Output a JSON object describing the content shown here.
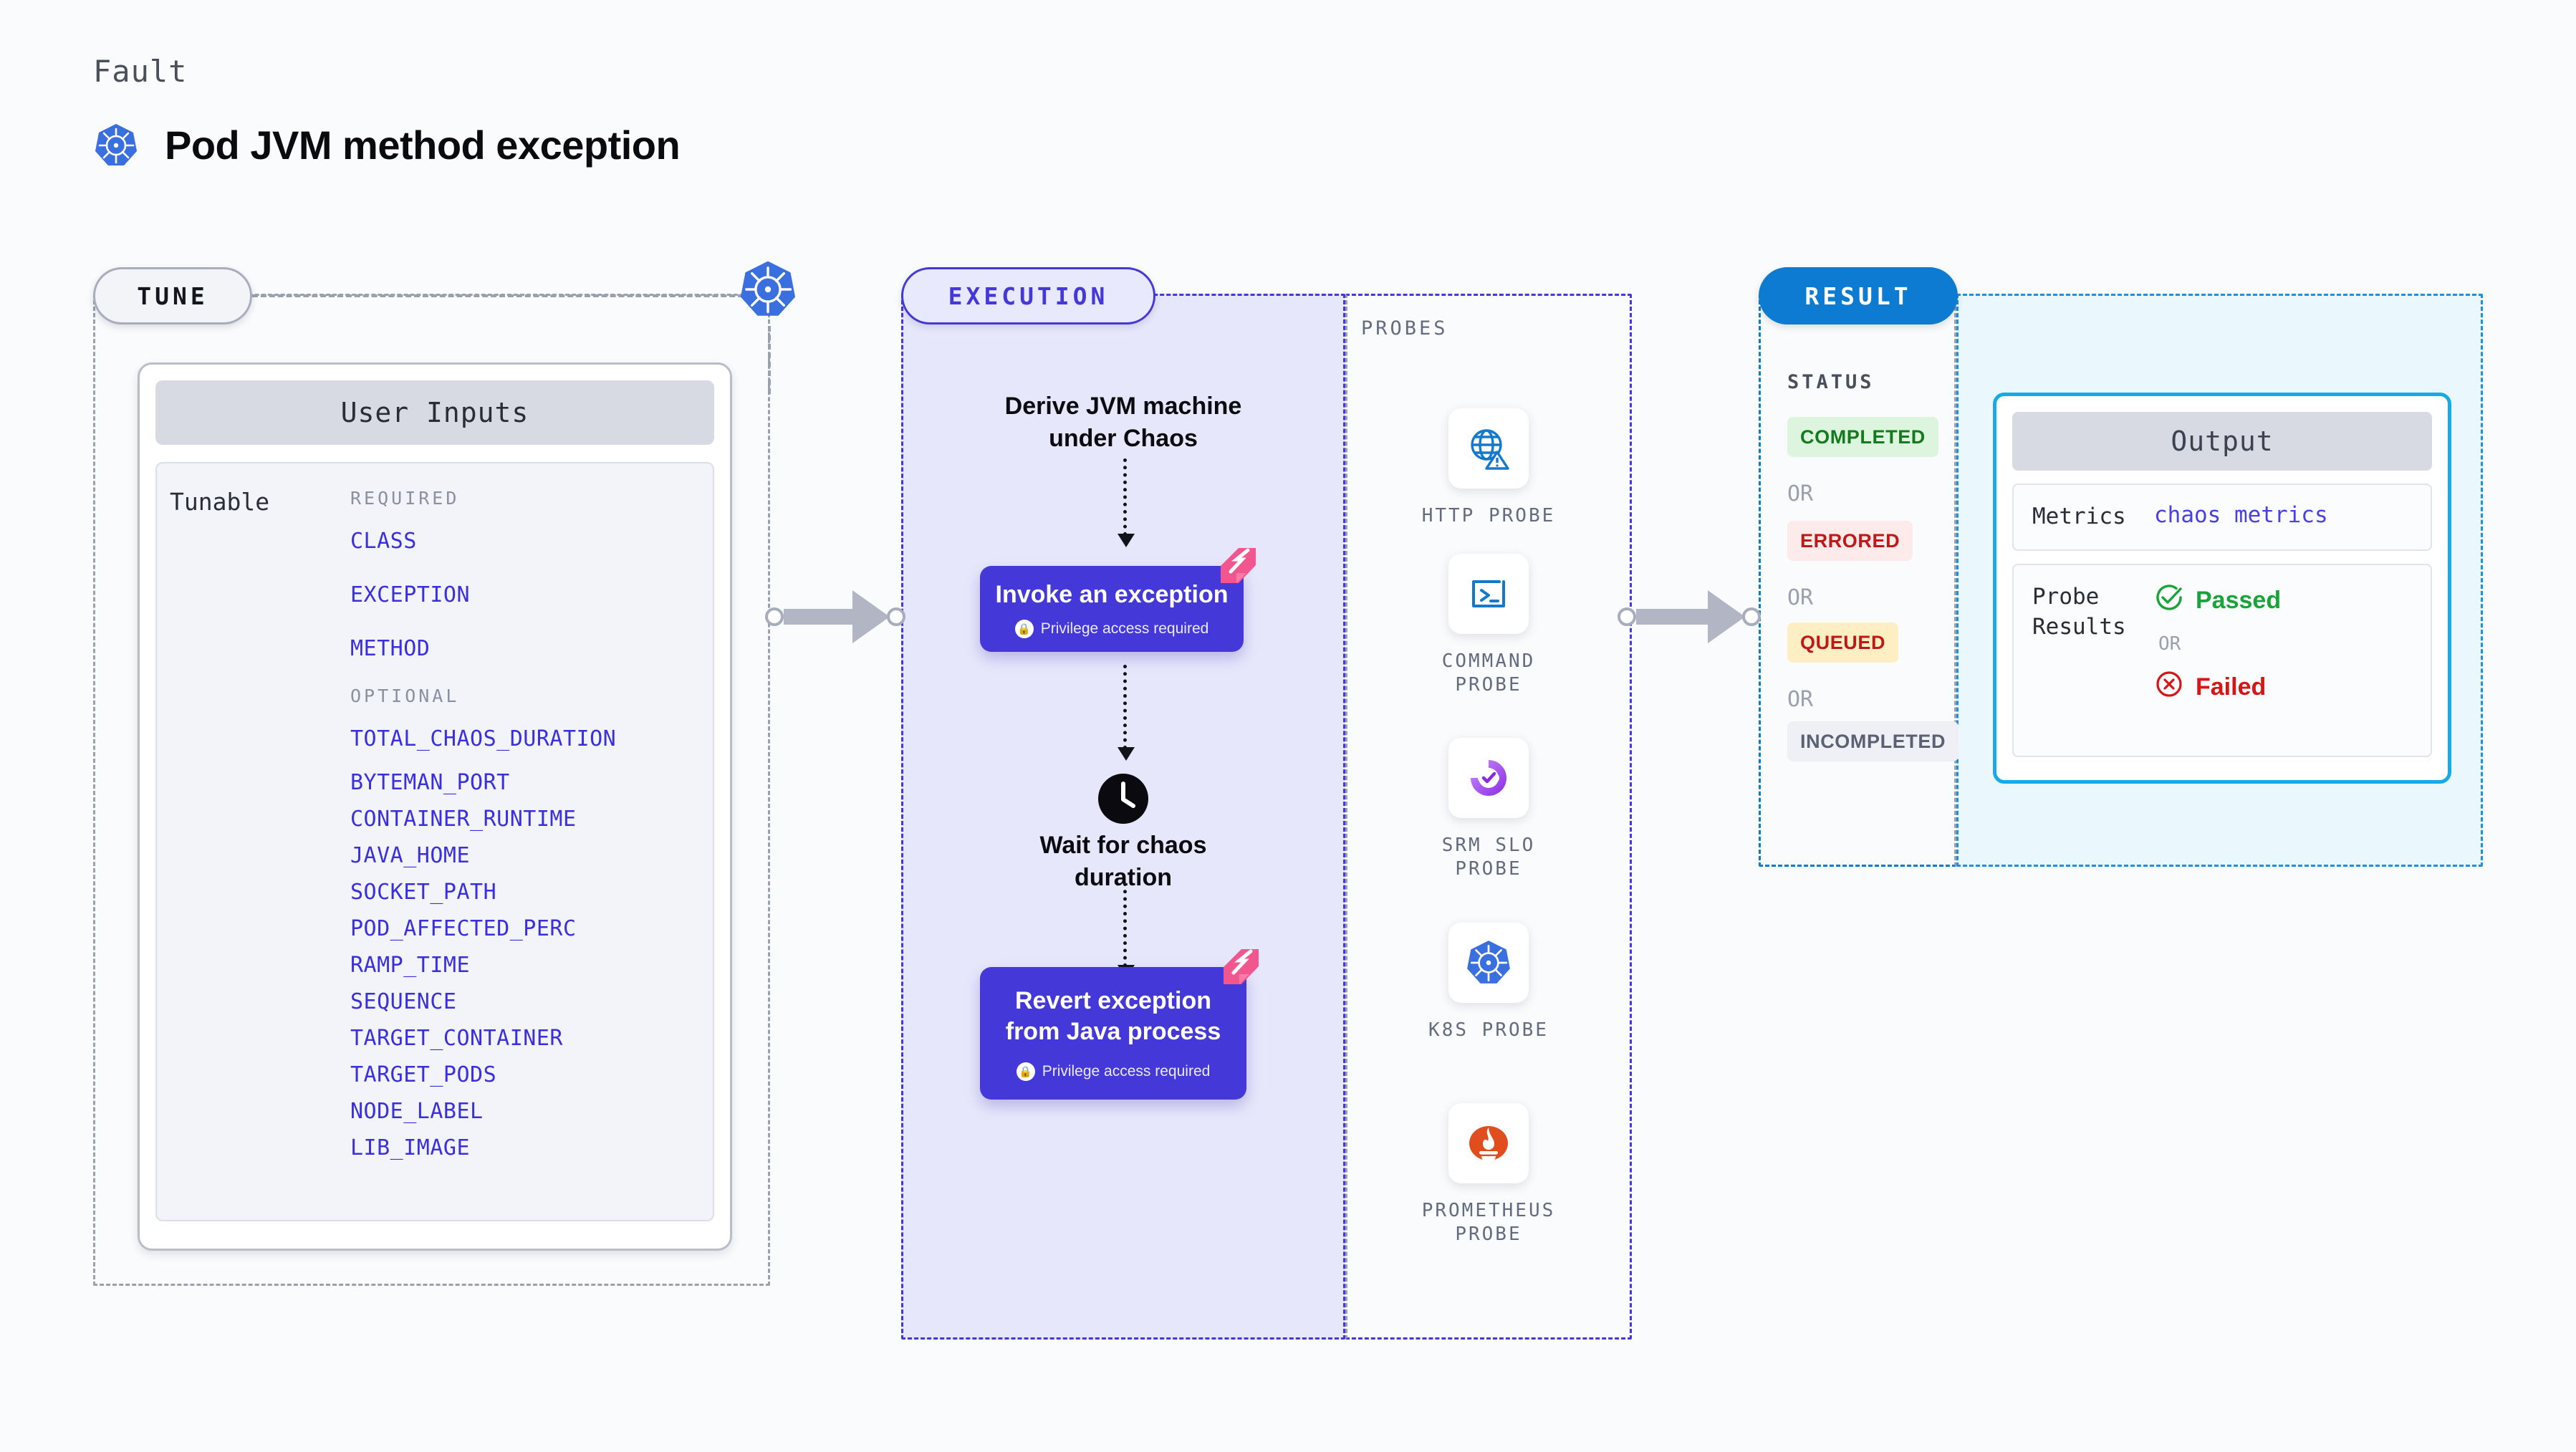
{
  "header": {
    "eyebrow": "Fault",
    "title": "Pod JVM method exception",
    "logo_icon": "kubernetes-icon"
  },
  "stages": {
    "tune": {
      "label": "TUNE",
      "accent": "#a8adbd"
    },
    "execution": {
      "label": "EXECUTION",
      "accent": "#4538d9"
    },
    "result": {
      "label": "RESULT",
      "accent": "#0c7bd1"
    }
  },
  "tune": {
    "card_title": "User Inputs",
    "row_label": "Tunable",
    "required_heading": "REQUIRED",
    "optional_heading": "OPTIONAL",
    "required": [
      "CLASS",
      "EXCEPTION",
      "METHOD"
    ],
    "optional": [
      "TOTAL_CHAOS_DURATION",
      "BYTEMAN_PORT",
      "CONTAINER_RUNTIME",
      "JAVA_HOME",
      "SOCKET_PATH",
      "POD_AFFECTED_PERC",
      "RAMP_TIME",
      "SEQUENCE",
      "TARGET_CONTAINER",
      "TARGET_PODS",
      "NODE_LABEL",
      "LIB_IMAGE"
    ],
    "tunable_color": "#3a2fe0"
  },
  "execution": {
    "step1_text": "Derive JVM machine\nunder Chaos",
    "block1": {
      "title": "Invoke an exception",
      "note": "Privilege access required",
      "badge_icon": "harness-icon",
      "lock_icon": "lock-icon"
    },
    "wait": {
      "icon": "clock-icon",
      "text": "Wait for chaos\nduration"
    },
    "block2": {
      "title": "Revert exception\nfrom Java process",
      "note": "Privilege access required",
      "badge_icon": "harness-icon",
      "lock_icon": "lock-icon"
    }
  },
  "probes": {
    "heading": "PROBES",
    "items": [
      {
        "name": "HTTP  PROBE",
        "icon": "globe-warning-icon"
      },
      {
        "name": "COMMAND\nPROBE",
        "icon": "terminal-icon"
      },
      {
        "name": "SRM  SLO\nPROBE",
        "icon": "srm-slo-icon"
      },
      {
        "name": "K8S  PROBE",
        "icon": "kubernetes-icon"
      },
      {
        "name": "PROMETHEUS\nPROBE",
        "icon": "prometheus-icon"
      }
    ]
  },
  "result": {
    "status_heading": "STATUS",
    "or_text": "OR",
    "statuses": [
      {
        "label": "COMPLETED",
        "bg": "#ddf5df",
        "fg": "#137a1d"
      },
      {
        "label": "ERRORED",
        "bg": "#fdeaea",
        "fg": "#c01818"
      },
      {
        "label": "QUEUED",
        "bg": "#fdeec4",
        "fg": "#c01818"
      },
      {
        "label": "INCOMPLETED",
        "bg": "#eff0f5",
        "fg": "#5b6172"
      }
    ]
  },
  "output": {
    "title": "Output",
    "metrics_key": "Metrics",
    "metrics_value": "chaos metrics",
    "probe_results_key": "Probe\nResults",
    "passed_label": "Passed",
    "failed_label": "Failed",
    "or_text": "OR",
    "passed_icon": "check-circle-icon",
    "failed_icon": "x-circle-icon",
    "accent": "#18a9e8"
  }
}
